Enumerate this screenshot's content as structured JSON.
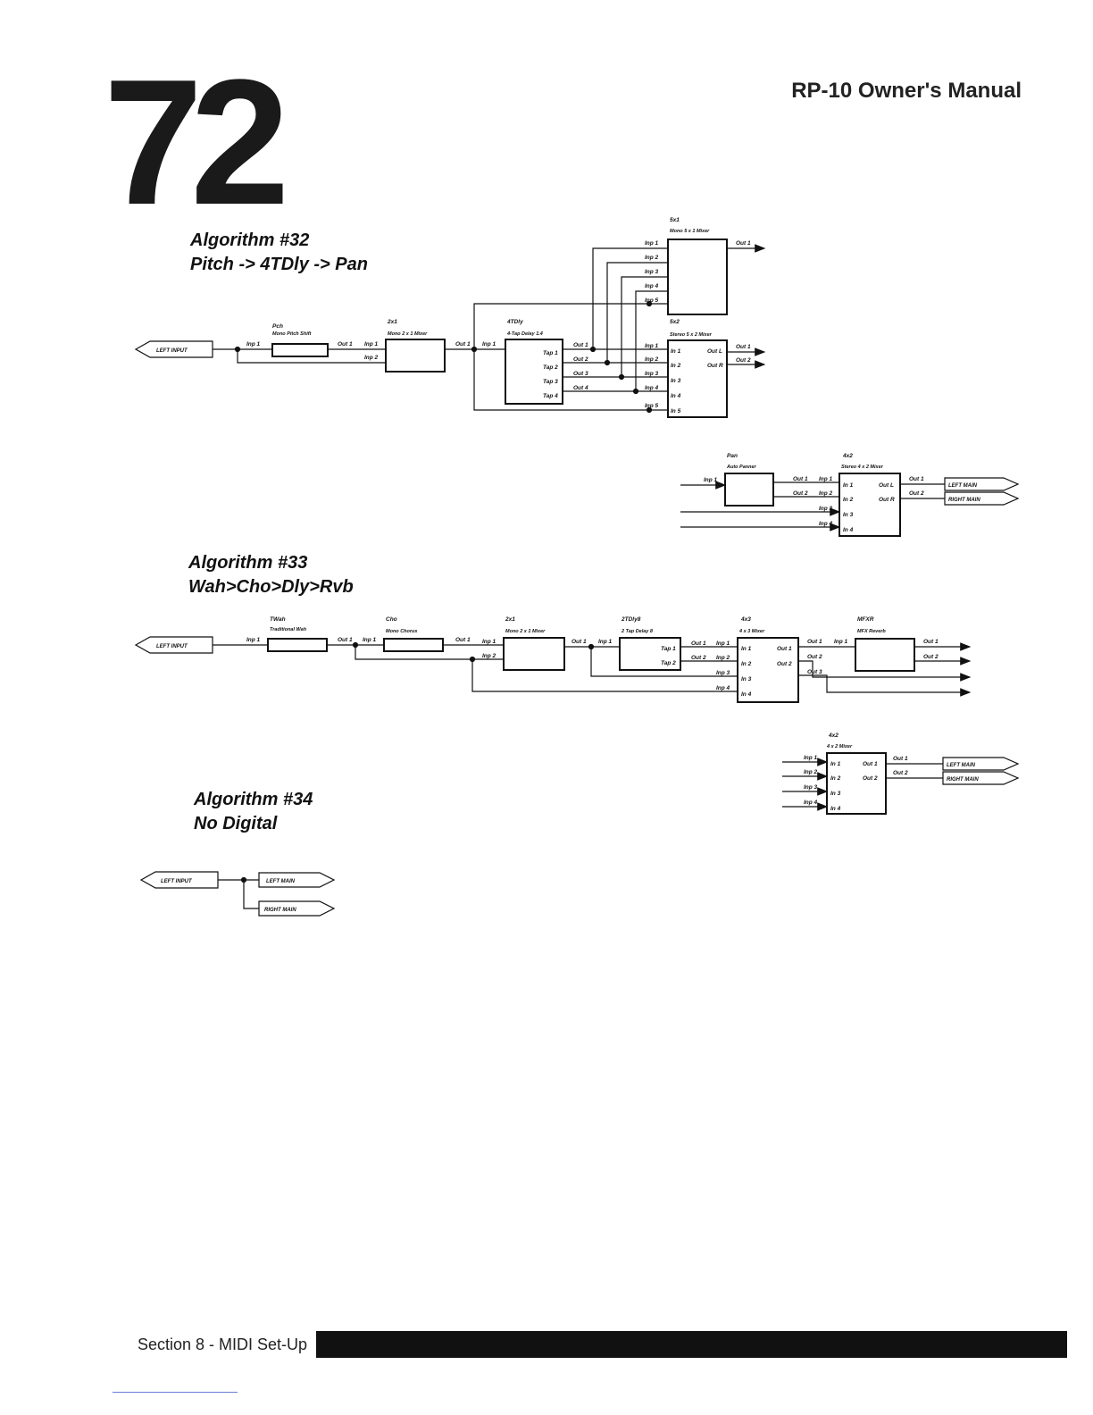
{
  "page": {
    "number": "72",
    "manual_title": "RP-10 Owner's Manual",
    "footer": "Section 8 - MIDI Set-Up"
  },
  "algorithms": [
    {
      "heading": "Algorithm #32",
      "name": "Pitch -> 4TDly -> Pan"
    },
    {
      "heading": "Algorithm #33",
      "name": "Wah>Cho>Dly>Rvb"
    },
    {
      "heading": "Algorithm #34",
      "name": "No Digital"
    }
  ],
  "io": {
    "left_input": "LEFT INPUT",
    "left_main": "LEFT MAIN",
    "right_main": "RIGHT MAIN"
  },
  "blocks": {
    "pch": {
      "short": "Pch",
      "name": "Mono Pitch Shift"
    },
    "mix2x1": {
      "short": "2x1",
      "name": "Mono 2 x 1 Mixer"
    },
    "tdly4": {
      "short": "4TDly",
      "name": "4-Tap Delay 1.4"
    },
    "mix5x1": {
      "short": "5x1",
      "name": "Mono 5 x 1 Mixer"
    },
    "mix5x2": {
      "short": "5x2",
      "name": "Stereo 5 x 2 Mixer"
    },
    "pan": {
      "short": "Pan",
      "name": "Auto Panner"
    },
    "mix4x2s": {
      "short": "4x2",
      "name": "Stereo 4 x 2 Mixer"
    },
    "twah": {
      "short": "TWah",
      "name": "Traditional Wah"
    },
    "cho": {
      "short": "Cho",
      "name": "Mono Chorus"
    },
    "mix2x1b": {
      "short": "2x1",
      "name": "Mono 2 x 1 Mixer"
    },
    "tdly2": {
      "short": "2TDly8",
      "name": "2 Tap Delay 8"
    },
    "mix4x3": {
      "short": "4x3",
      "name": "4 x 3 Mixer"
    },
    "rvb": {
      "short": "MFXR",
      "name": "MFX Reverb"
    },
    "mix4x2": {
      "short": "4x2",
      "name": "4 x 2 Mixer"
    }
  },
  "ports": {
    "inp1": "Inp 1",
    "inp2": "Inp 2",
    "inp3": "Inp 3",
    "inp4": "Inp 4",
    "inp5": "Inp 5",
    "out1": "Out 1",
    "out2": "Out 2",
    "out3": "Out 3",
    "out4": "Out 4",
    "in1": "In 1",
    "in2": "In 2",
    "in3": "In 3",
    "in4": "In 4",
    "in5": "In 5",
    "tap1": "Tap 1",
    "tap2": "Tap 2",
    "tap3": "Tap 3",
    "tap4": "Tap 4",
    "outL": "Out L",
    "outR": "Out R"
  }
}
